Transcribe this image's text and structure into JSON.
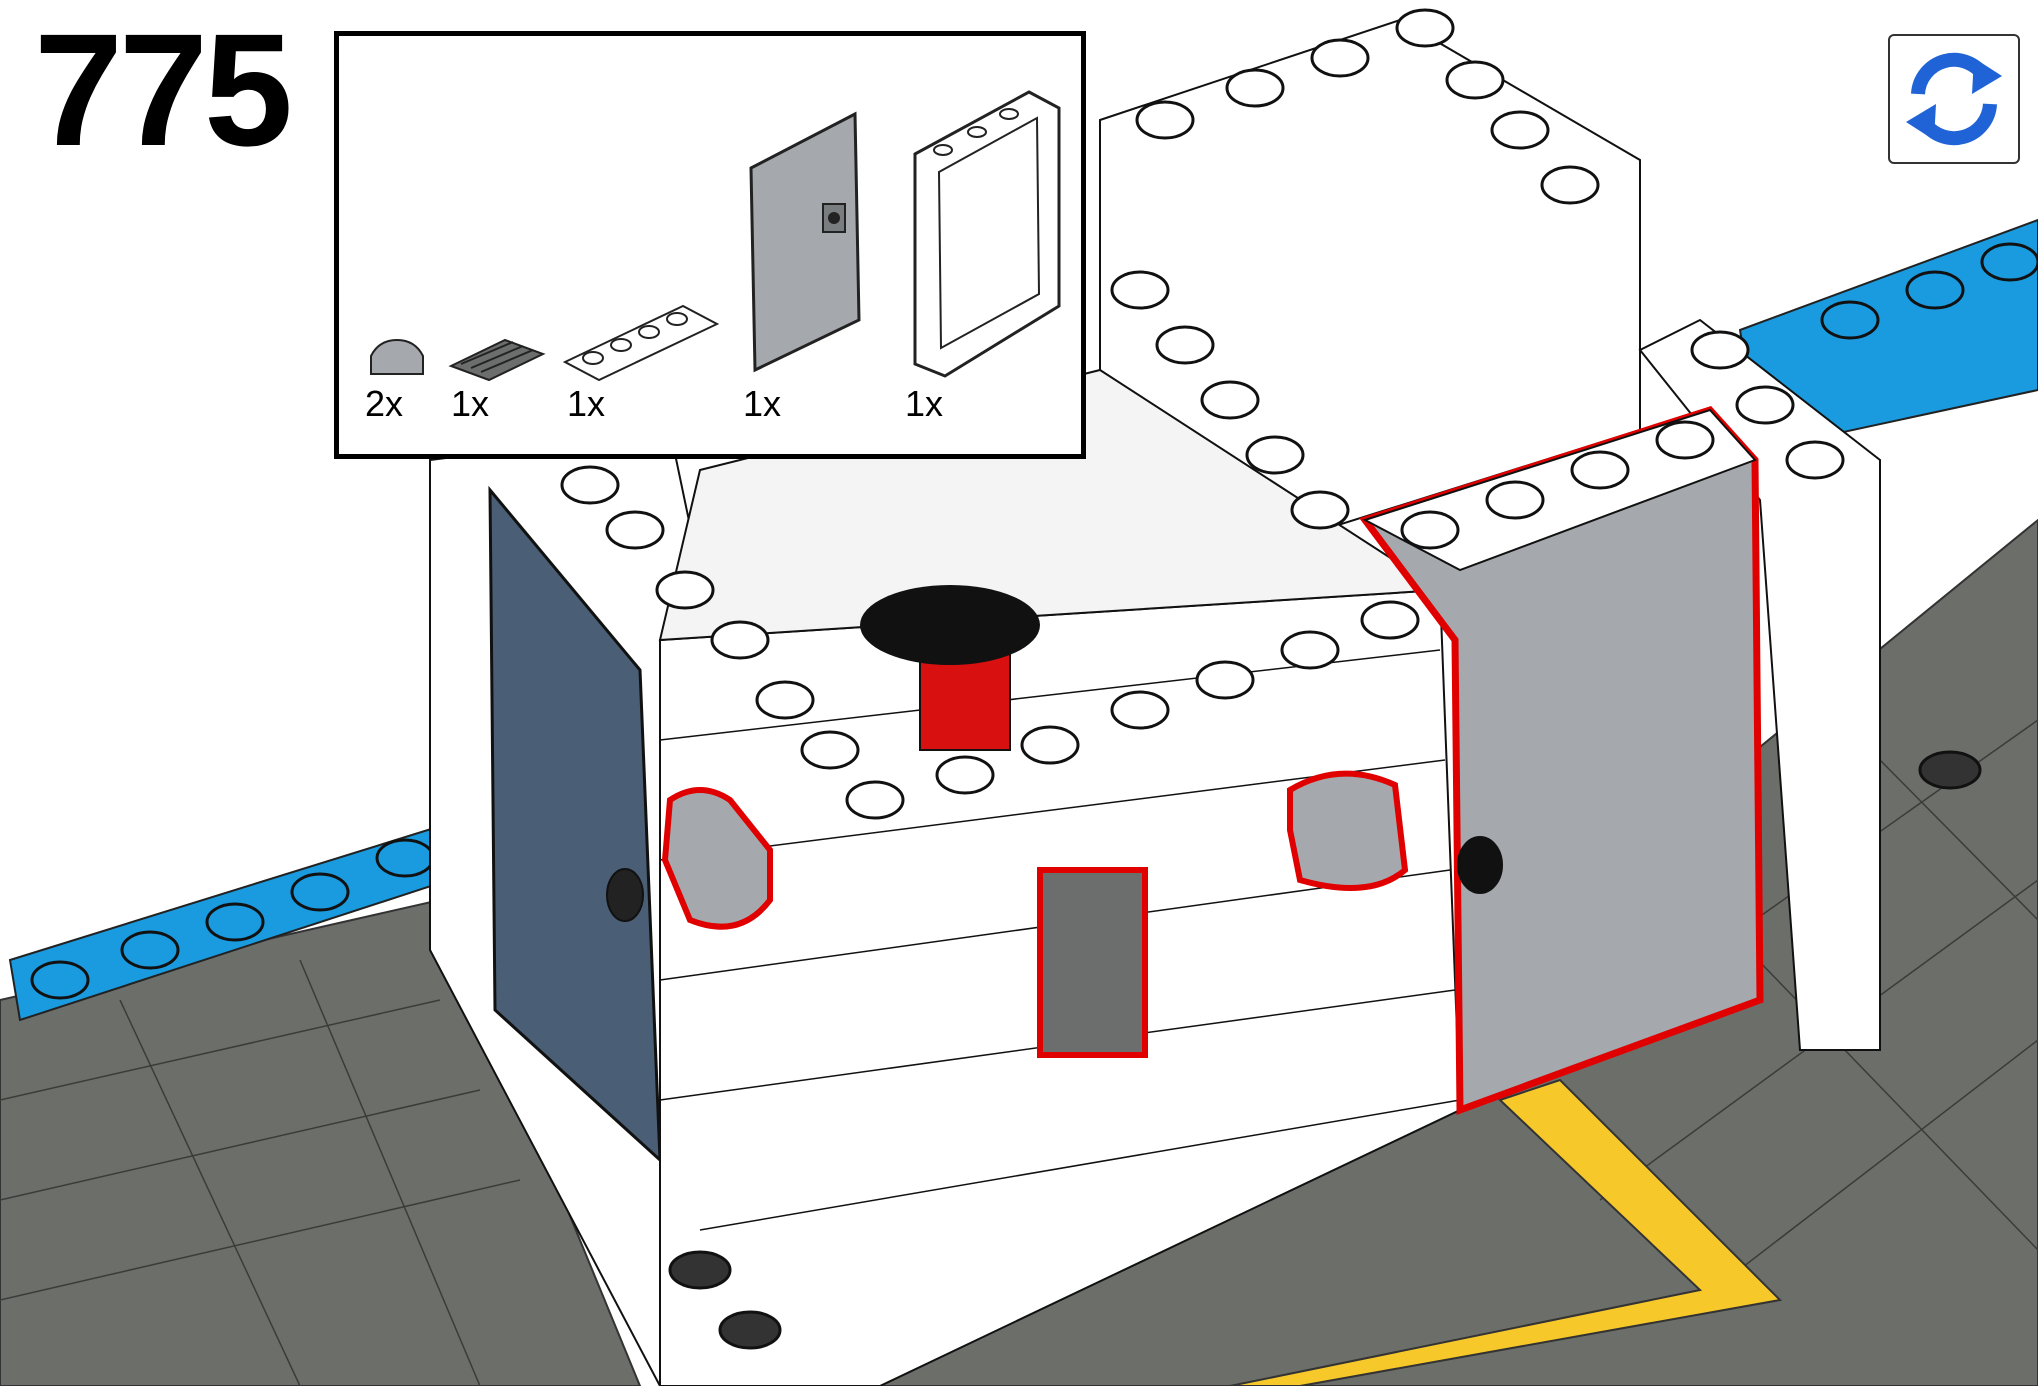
{
  "step": {
    "number": "775"
  },
  "parts_list": {
    "items": [
      {
        "icon": "round-tile-part-icon",
        "qty": "2x",
        "color": "#a5a9ad"
      },
      {
        "icon": "grille-tile-part-icon",
        "qty": "1x",
        "color": "#6b6e6c"
      },
      {
        "icon": "plate-1x4-part-icon",
        "qty": "1x",
        "color": "#ffffff"
      },
      {
        "icon": "door-part-icon",
        "qty": "1x",
        "color": "#a5a9ad"
      },
      {
        "icon": "door-frame-part-icon",
        "qty": "1x",
        "color": "#ffffff"
      }
    ]
  },
  "controls": {
    "rotate_icon": "rotate-view-icon",
    "accent": "#1f63d6"
  },
  "colors": {
    "baseplate": "#6b6e69",
    "road_line": "#f7c82a",
    "water": "#1a9be0",
    "wall": "#ffffff",
    "left_door": "#4a5f75",
    "highlight": "#e10000"
  }
}
